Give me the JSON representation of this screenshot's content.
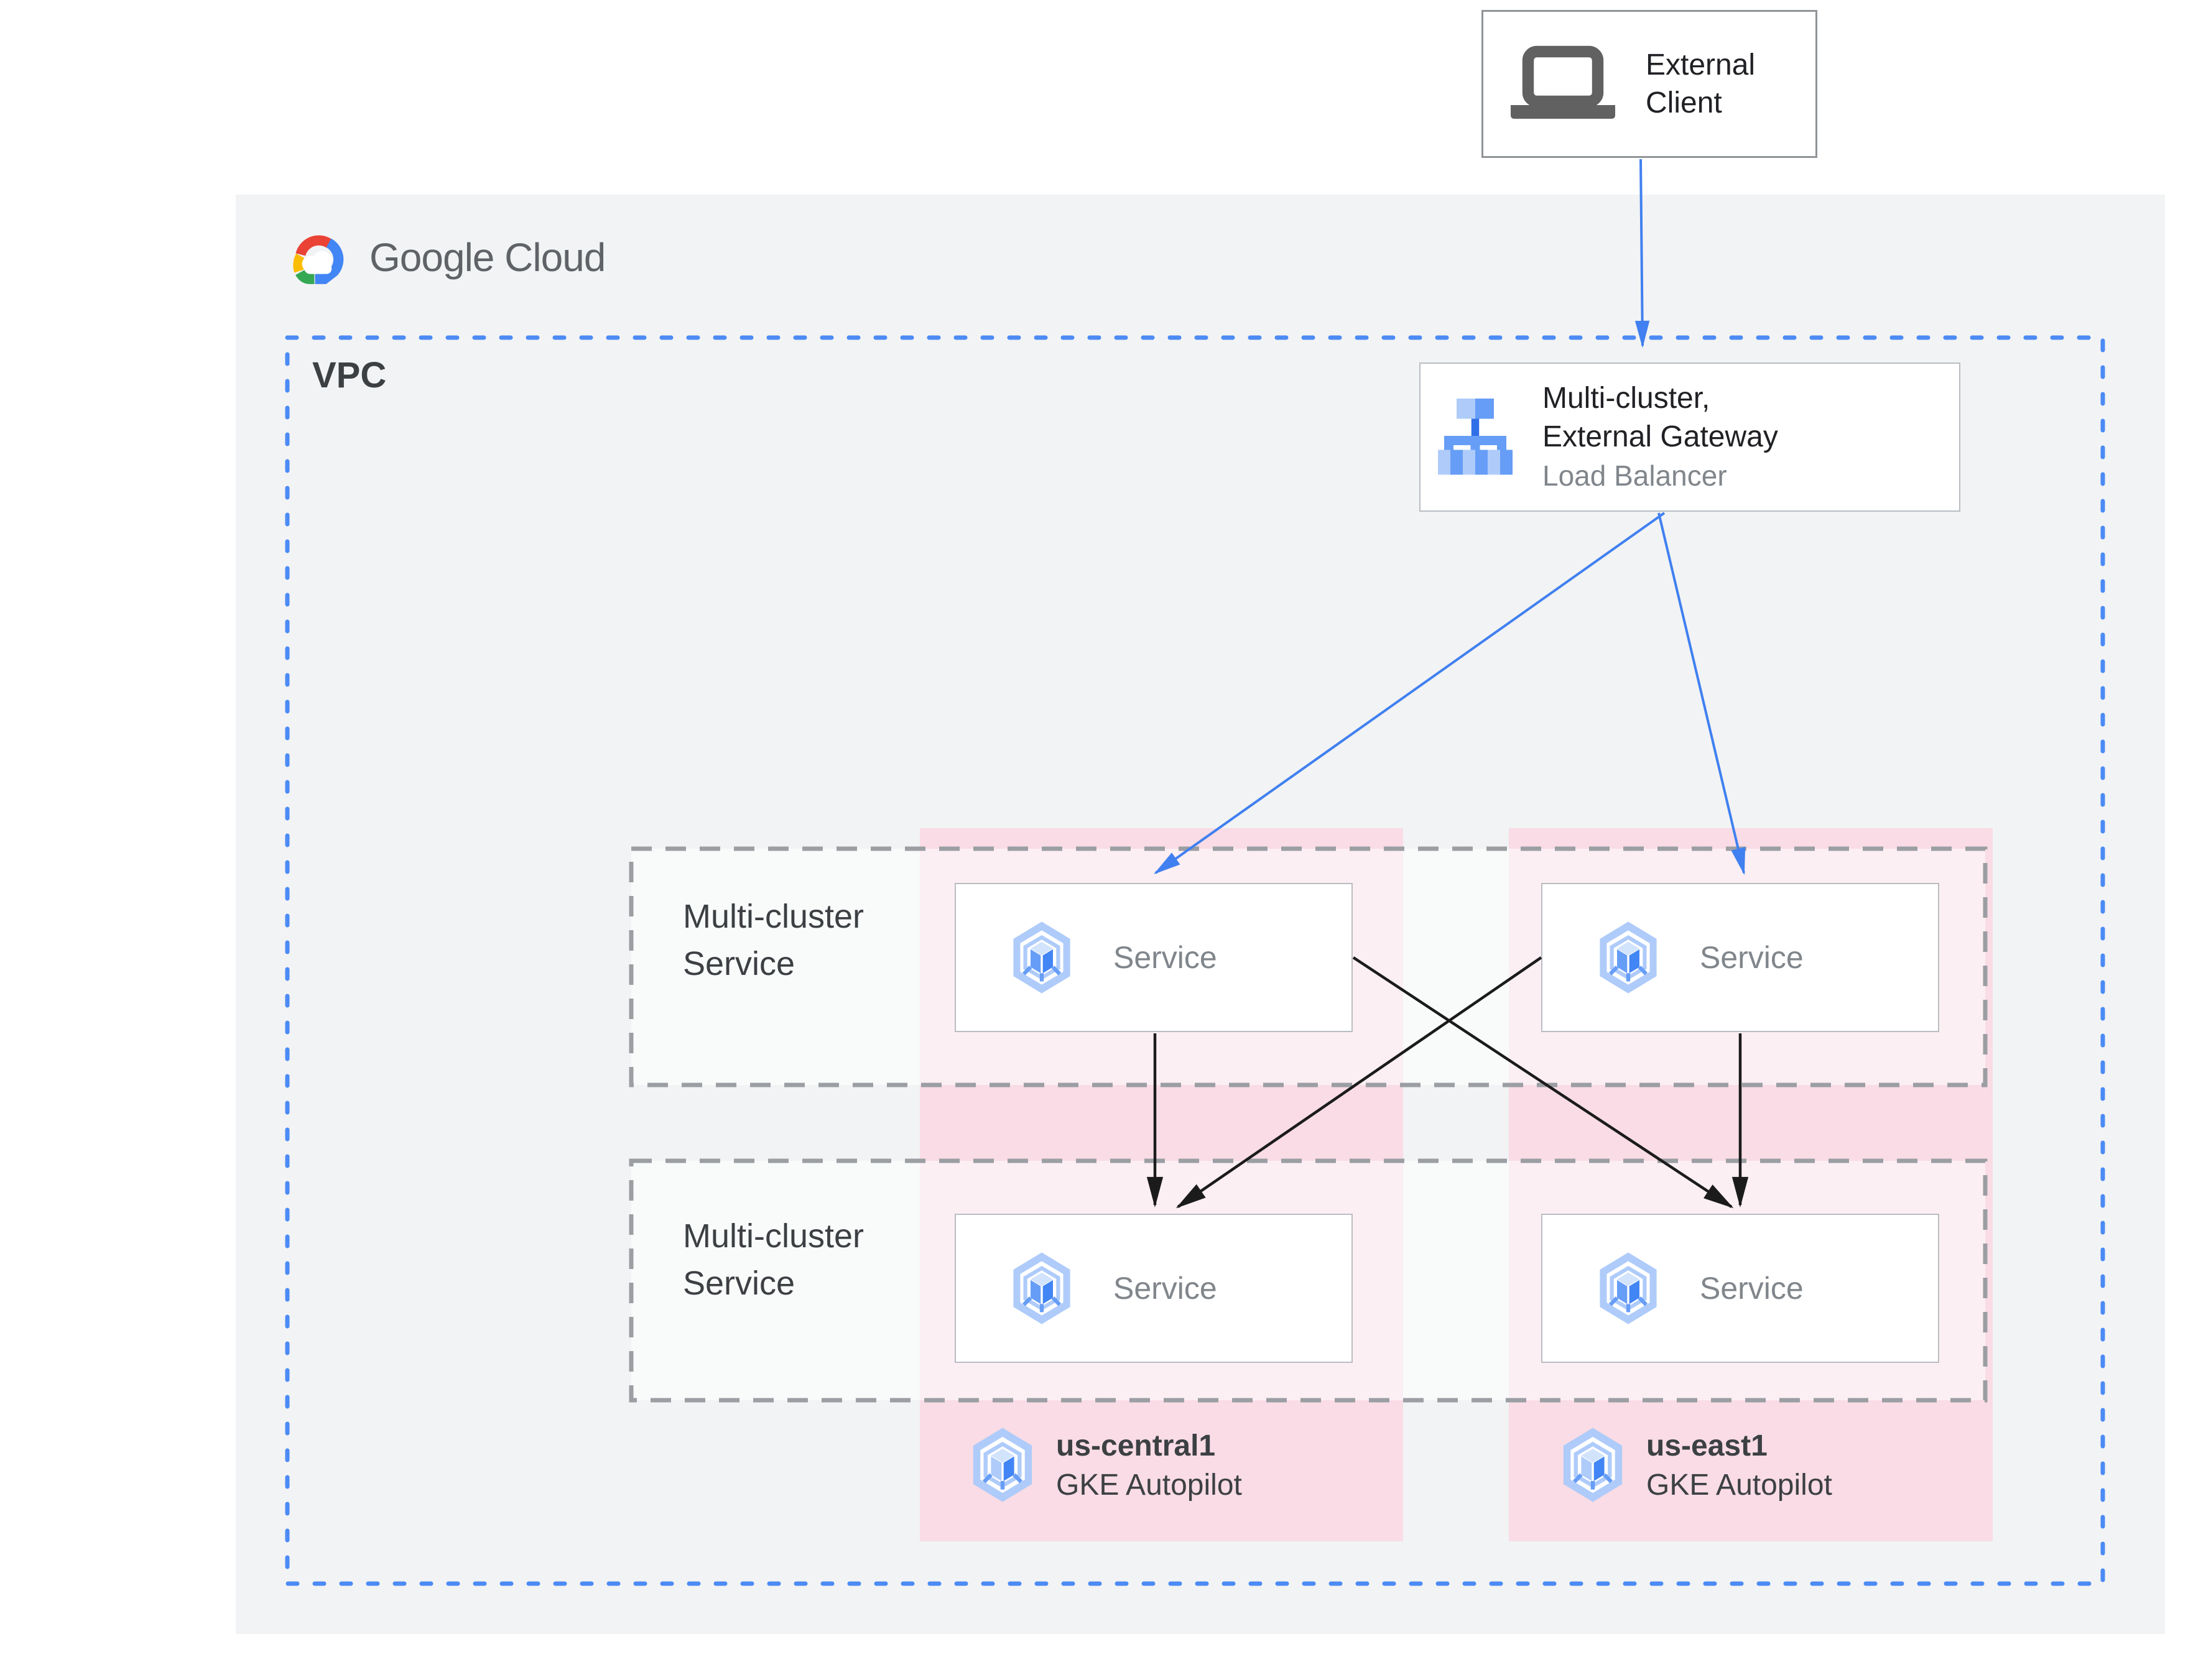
{
  "brand": {
    "label": "Google Cloud"
  },
  "external_client": {
    "label": "External Client"
  },
  "vpc": {
    "label": "VPC"
  },
  "gateway": {
    "line1": "Multi-cluster,",
    "line2": "External Gateway",
    "subtitle": "Load Balancer"
  },
  "rows": [
    {
      "line1": "Multi-cluster",
      "line2": "Service"
    },
    {
      "line1": "Multi-cluster",
      "line2": "Service"
    }
  ],
  "service": {
    "label": "Service"
  },
  "clusters": [
    {
      "region": "us-central1",
      "platform": "GKE Autopilot"
    },
    {
      "region": "us-east1",
      "platform": "GKE Autopilot"
    }
  ],
  "icons": {
    "brand": "google-cloud-logo",
    "external_client": "laptop-icon",
    "gateway": "load-balancer-icon",
    "service": "gke-service-hexagon-icon",
    "cluster": "gke-cluster-hexagon-icon"
  },
  "colors": {
    "accent_blue": "#4285f4",
    "arrow_black": "#1b1b1b",
    "cluster_pink": "#f9dce5",
    "panel_gray": "#f2f3f4",
    "dash_gray": "#9b9ea3",
    "box_border": "#b9bdc2",
    "text_dark": "#202124",
    "text_gray": "#80868b",
    "logo_red": "#ea4335",
    "logo_yellow": "#fbbc04",
    "logo_green": "#34a853"
  }
}
